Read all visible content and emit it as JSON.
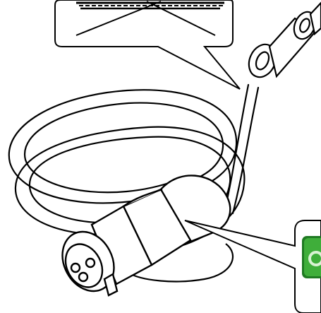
{
  "figure": {
    "subject": "cable-with-plug-line-drawing",
    "callouts": [
      {
        "id": "coiled-cable-callout",
        "content": "crossed-out-coiled-cable-icon"
      },
      {
        "id": "plug-callout",
        "content": "green-icon-cropped"
      }
    ],
    "colors": {
      "stroke": "#000000",
      "background": "#ffffff",
      "callout_icon_green": "#3fae3a",
      "callout_icon_green_dark": "#1f7a22"
    }
  }
}
